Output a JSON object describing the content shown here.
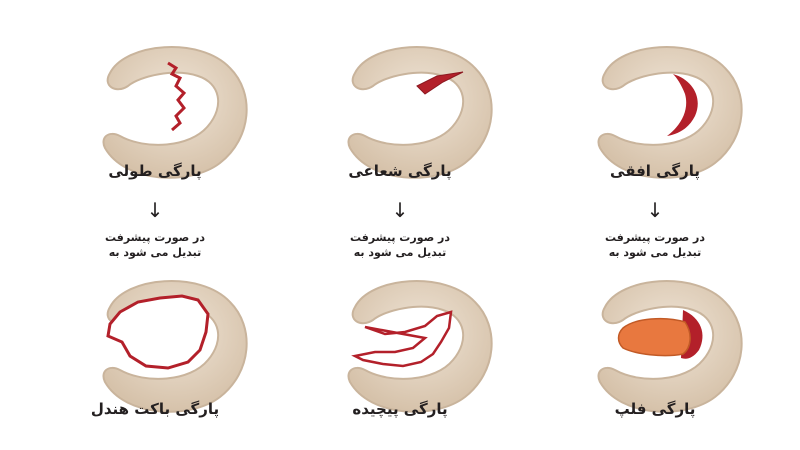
{
  "columns": [
    {
      "top_label": "پارگی طولی",
      "note_line1": "در صورت پیشرفت",
      "note_line2": "تبدیل می شود به",
      "bottom_label": "پارگی باکت هندل"
    },
    {
      "top_label": "پارگی شعاعی",
      "note_line1": "در صورت پیشرفت",
      "note_line2": "تبدیل می شود به",
      "bottom_label": "پارگی پیچیده"
    },
    {
      "top_label": "پارگی افقی",
      "note_line1": "در صورت پیشرفت",
      "note_line2": "تبدیل می شود به",
      "bottom_label": "پارگی فلپ"
    }
  ],
  "arrow_glyph": "↓",
  "colors": {
    "meniscus_fill": "#e2d2c0",
    "meniscus_stroke": "#c9b49c",
    "tear": "#b3202a",
    "flap": "#e8783f"
  }
}
